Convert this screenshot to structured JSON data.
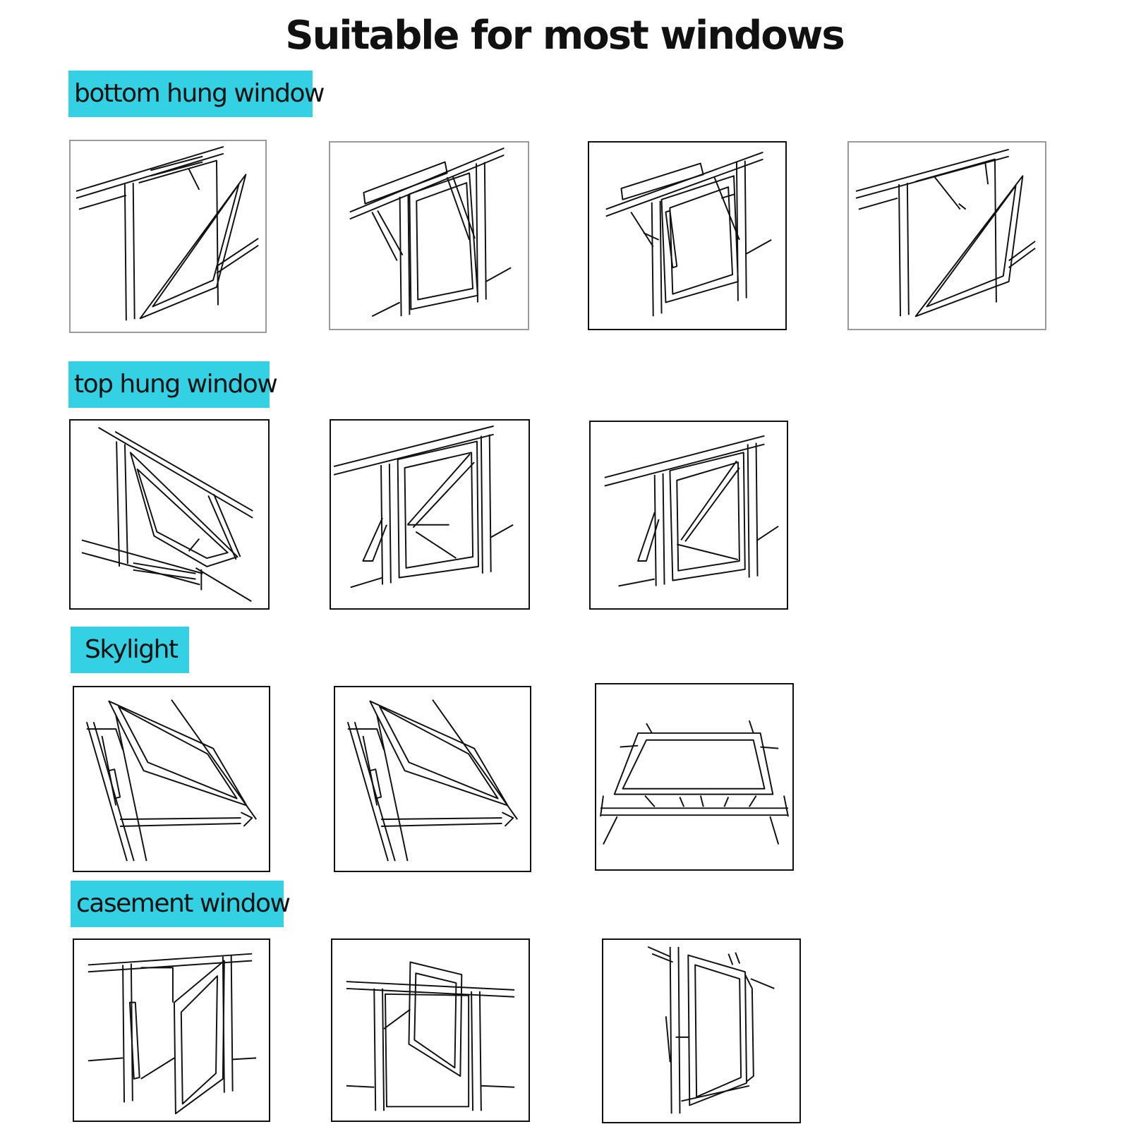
{
  "title": "Suitable for most windows",
  "accent_color": "#33d1e3",
  "sections": [
    {
      "label": "bottom hung window",
      "illustrations": [
        "bottom-hung-1",
        "bottom-hung-2",
        "bottom-hung-3",
        "bottom-hung-4"
      ]
    },
    {
      "label": "top hung window",
      "illustrations": [
        "top-hung-1",
        "top-hung-2",
        "top-hung-3"
      ]
    },
    {
      "label": "Skylight",
      "illustrations": [
        "skylight-1",
        "skylight-2",
        "skylight-3"
      ]
    },
    {
      "label": "casement window",
      "illustrations": [
        "casement-1",
        "casement-2",
        "casement-3"
      ]
    }
  ]
}
